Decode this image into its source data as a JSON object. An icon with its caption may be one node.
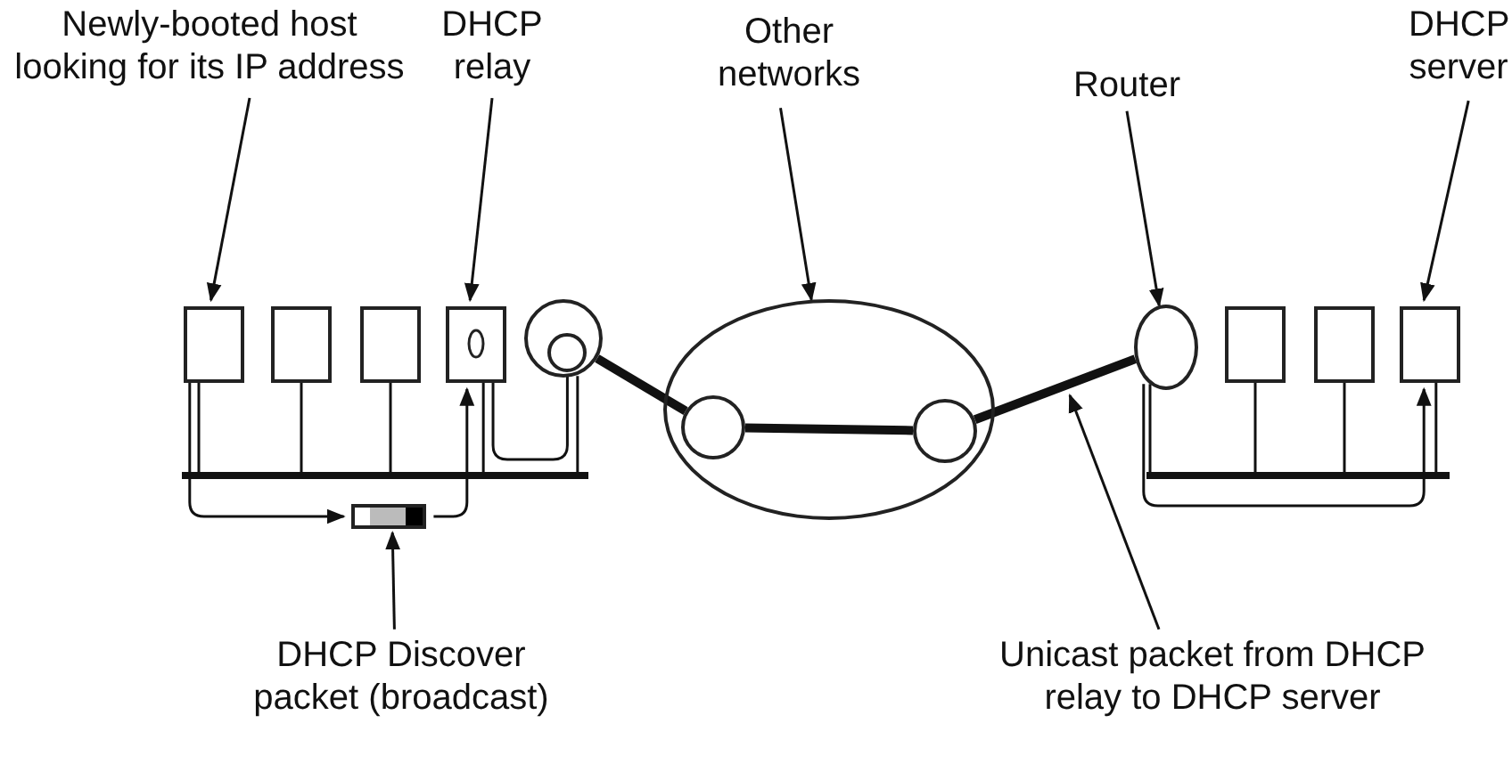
{
  "diagram": {
    "nodes": [
      {
        "text": [
          "Newly-booted host looking for its IP address"
        ]
      },
      {
        "text": [],
        "shape": "box"
      },
      {
        "text": [],
        "shape": "box"
      },
      {
        "text": [],
        "shape": "box"
      },
      {
        "text": [],
        "shape": "box"
      },
      {
        "text": [
          "DHCP relay"
        ]
      },
      {
        "text": [],
        "shape": "circle"
      },
      {
        "text": [],
        "shape": "bar"
      },
      {
        "text": [
          "Other networks"
        ]
      },
      {
        "text": [],
        "shape": "circle"
      },
      {
        "text": [],
        "shape": "circle",
        "in": 9
      },
      {
        "text": [],
        "shape": "circle",
        "in": 9
      },
      {
        "text": [
          "Router"
        ]
      },
      {
        "text": [],
        "shape": "circle"
      },
      {
        "text": [],
        "shape": "box"
      },
      {
        "text": [],
        "shape": "box"
      },
      {
        "text": [],
        "shape": "box"
      },
      {
        "text": [
          "DHCP server"
        ]
      },
      {
        "text": [],
        "shape": "bar"
      },
      {
        "text": [],
        "shape": "bar"
      },
      {
        "text": [
          "DHCP Discover packet (broadcast)"
        ]
      },
      {
        "text": [
          "Unicast packet from DHCP relay to DHCP server"
        ]
      }
    ],
    "edges": [
      {
        "from": 0,
        "to": 1,
        "arrow": "to"
      },
      {
        "from": 5,
        "to": 4,
        "arrow": "to"
      },
      {
        "from": 8,
        "to": 9,
        "arrow": "to"
      },
      {
        "from": 12,
        "to": 13,
        "arrow": "to"
      },
      {
        "from": 17,
        "to": 16,
        "arrow": "to"
      },
      {
        "from": 20,
        "to": 19,
        "arrow": "to"
      },
      {
        "from": 21,
        "to": null,
        "arrow": "to"
      },
      {
        "from": 1,
        "to": 7,
        "arrow": "none"
      },
      {
        "from": 2,
        "to": 7,
        "arrow": "none"
      },
      {
        "from": 3,
        "to": 7,
        "arrow": "none"
      },
      {
        "from": 4,
        "to": 7,
        "arrow": "none"
      },
      {
        "from": 6,
        "to": 7,
        "arrow": "none"
      },
      {
        "from": 13,
        "to": 18,
        "arrow": "none"
      },
      {
        "from": 14,
        "to": 18,
        "arrow": "none"
      },
      {
        "from": 15,
        "to": 18,
        "arrow": "none"
      },
      {
        "from": 16,
        "to": 18,
        "arrow": "none"
      },
      {
        "from": 4,
        "to": 6,
        "arrow": "none"
      },
      {
        "from": 6,
        "to": 10,
        "arrow": "none",
        "style": "thick"
      },
      {
        "from": 10,
        "to": 11,
        "arrow": "none",
        "style": "thick"
      },
      {
        "from": 11,
        "to": 13,
        "arrow": "none",
        "style": "thick"
      },
      {
        "from": 1,
        "to": 19,
        "arrow": "to"
      },
      {
        "from": 19,
        "to": 4,
        "arrow": "to"
      },
      {
        "from": 13,
        "to": 16,
        "arrow": "to"
      }
    ]
  }
}
